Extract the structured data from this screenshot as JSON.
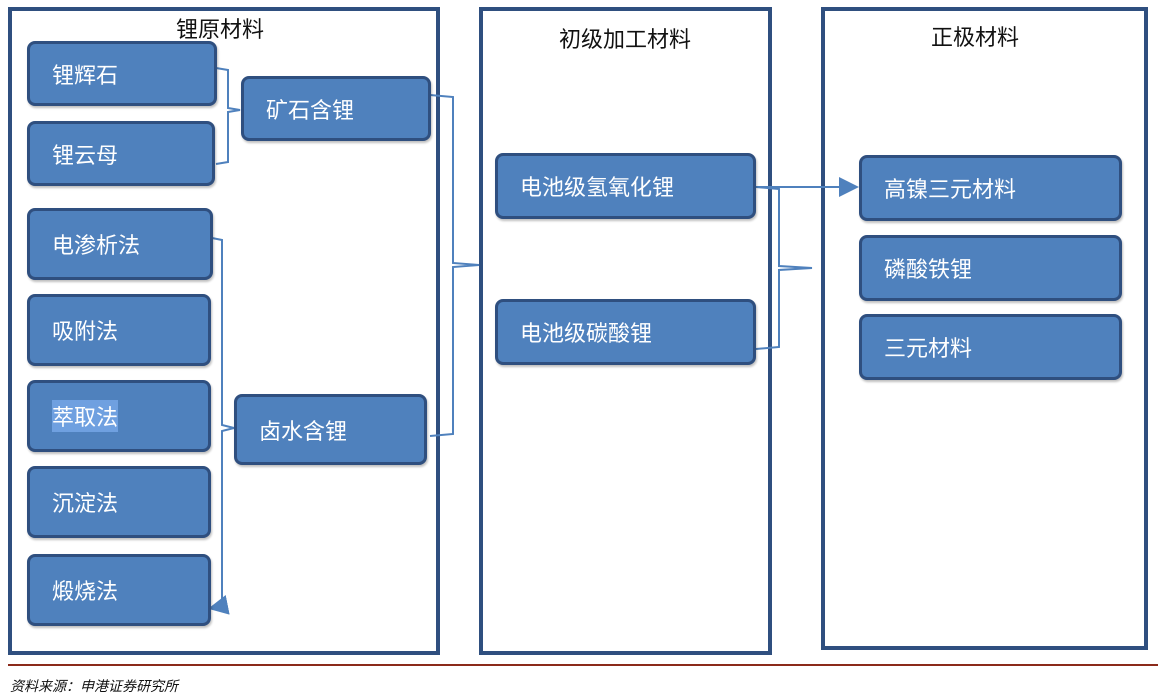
{
  "colors": {
    "node_fill": "#4F81BD",
    "node_border": "#2F4F7F",
    "panel_border": "#2F4F7F",
    "connector": "#4F81BD",
    "footer_rule": "#8B2A1A"
  },
  "panels": {
    "raw": {
      "title": "锂原材料"
    },
    "processed": {
      "title": "初级加工材料"
    },
    "cathode": {
      "title": "正极材料"
    }
  },
  "raw_nodes": {
    "spodumene": "锂辉石",
    "lepidolite": "锂云母",
    "ore_lithium": "矿石含锂",
    "electrodialysis": "电渗析法",
    "adsorption": "吸附法",
    "extraction": "萃取法",
    "precipitation": "沉淀法",
    "calcination": "煅烧法",
    "brine_lithium": "卤水含锂"
  },
  "processed_nodes": {
    "lioh": "电池级氢氧化锂",
    "li2co3": "电池级碳酸锂"
  },
  "cathode_nodes": {
    "high_nickel": "高镍三元材料",
    "lfp": "磷酸铁锂",
    "ternary": "三元材料"
  },
  "footer": {
    "source": "资料来源：申港证券研究所"
  }
}
